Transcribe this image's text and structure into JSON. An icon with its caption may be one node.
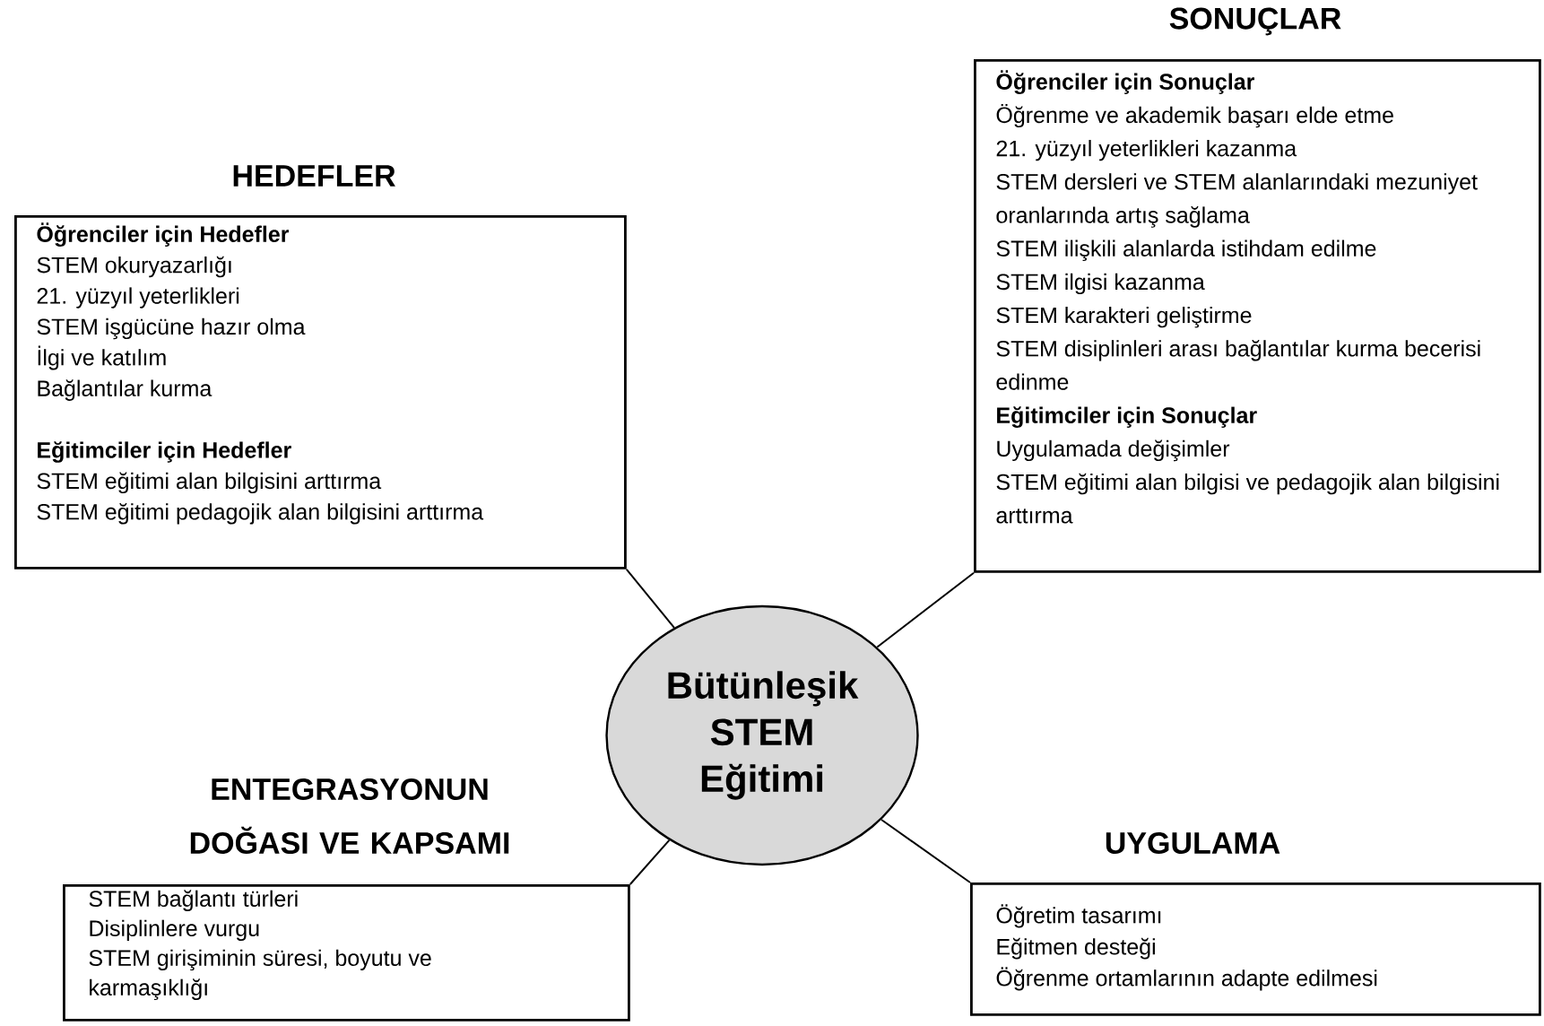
{
  "diagram": {
    "nodes": [
      {
        "text": [
          "SONUÇLAR",
          "Öğrenciler için Sonuçlar",
          "Öğrenme ve akademik başarı elde etme",
          "21. yüzyıl yeterlikleri kazanma",
          "STEM dersleri ve STEM alanlarındaki mezuniyet oranlarında artış sağlama",
          "STEM ilişkili alanlarda istihdam edilme",
          "STEM ilgisi kazanma",
          "STEM karakteri geliştirme",
          "STEM disiplinleri arası bağlantılar kurma becerisi edinme",
          "Eğitimciler için Sonuçlar",
          "Uygulamada değişimler",
          "STEM eğitimi alan bilgisi ve pedagojik alan bilgisini arttırma"
        ]
      },
      {
        "text": [
          "HEDEFLER",
          "Öğrenciler için Hedefler",
          "STEM okuryazarlığı",
          "21. yüzyıl yeterlikleri",
          "STEM işgücüne hazır olma",
          "İlgi ve katılım",
          "Bağlantılar kurma",
          "Eğitimciler için Hedefler",
          "STEM eğitimi alan bilgisini arttırma",
          "STEM eğitimi pedagojik alan bilgisini arttırma"
        ]
      },
      {
        "text": [
          "Bütünleşik STEM Eğitimi"
        ]
      },
      {
        "text": [
          "ENTEGRASYONUN DOĞASI VE KAPSAMI",
          "STEM bağlantı türleri",
          "Disiplinlere vurgu",
          "STEM girişiminin süresi, boyutu ve karmaşıklığı"
        ]
      },
      {
        "text": [
          "UYGULAMA",
          "Öğretim tasarımı",
          "Eğitmen desteği",
          "Öğrenme ortamlarının adapte edilmesi"
        ]
      }
    ],
    "edges": [
      {
        "from": 2,
        "to": 0,
        "arrow": "none"
      },
      {
        "from": 2,
        "to": 1,
        "arrow": "none"
      },
      {
        "from": 2,
        "to": 3,
        "arrow": "none"
      },
      {
        "from": 2,
        "to": 4,
        "arrow": "none"
      }
    ]
  }
}
